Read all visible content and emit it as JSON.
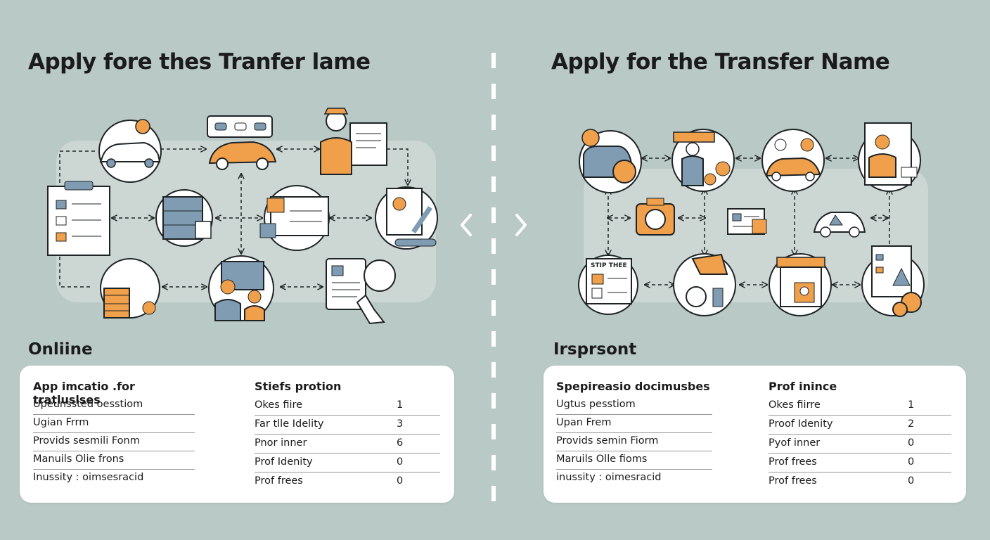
{
  "left": {
    "title": "Apply fore thes Tranfer lame",
    "section_label": "Onliine",
    "docs_header": "App imcatio .for tratluslses",
    "docs": [
      "Upeunssted oesstiom",
      "Ugian Frrm",
      "Provids sesmili Fonm",
      "Manuils Olie frons",
      "Inussity : oimsesracid"
    ],
    "steps_header": "Stiefs protion",
    "steps": [
      {
        "label": "Okes fiire",
        "value": "1"
      },
      {
        "label": "Far tlle Idelity",
        "value": "3"
      },
      {
        "label": "Pnor inner",
        "value": "6"
      },
      {
        "label": "Prof Idenity",
        "value": "0"
      },
      {
        "label": "Prof frees",
        "value": "0"
      }
    ]
  },
  "right": {
    "title": "Apply for the Transfer Name",
    "section_label": "Irsprsont",
    "docs_header": "Spepireasio docimusbes",
    "docs": [
      "Ugtus pesstiom",
      "Upan Frem",
      "Provids semin Fiorm",
      "Maruils Olle fioms",
      "inussity : oimesracid"
    ],
    "steps_header": "Prof inince",
    "steps": [
      {
        "label": "Okes fiirre",
        "value": "1"
      },
      {
        "label": "Proof Idenity",
        "value": "2"
      },
      {
        "label": "Pyof inner",
        "value": "0"
      },
      {
        "label": "Prof frees",
        "value": "0"
      },
      {
        "label": "Prof frees",
        "value": "0"
      }
    ],
    "sign_text": "STIP THEE"
  },
  "colors": {
    "background": "#b9c9c5",
    "accent_orange": "#f0a04b",
    "accent_blue": "#7f9cb3",
    "stroke": "#1e2326",
    "card": "#ffffff"
  },
  "icons": {
    "left": [
      "car-key-icon",
      "cars-fleet-icon",
      "officer-document-icon",
      "clipboard-icon",
      "server-lock-icon",
      "checklist-icon",
      "document-pen-icon",
      "coins-scroll-icon",
      "family-money-icon",
      "form-touch-icon"
    ],
    "right": [
      "car-money-icon",
      "worker-money-icon",
      "car-location-icon",
      "clerk-document-icon",
      "camera-icon",
      "id-card-icon",
      "car-small-icon",
      "sign-board-icon",
      "stopwatch-megaphone-icon",
      "id-form-icon",
      "warning-form-icon"
    ],
    "nav": [
      "chevron-left-icon",
      "chevron-right-icon"
    ]
  }
}
